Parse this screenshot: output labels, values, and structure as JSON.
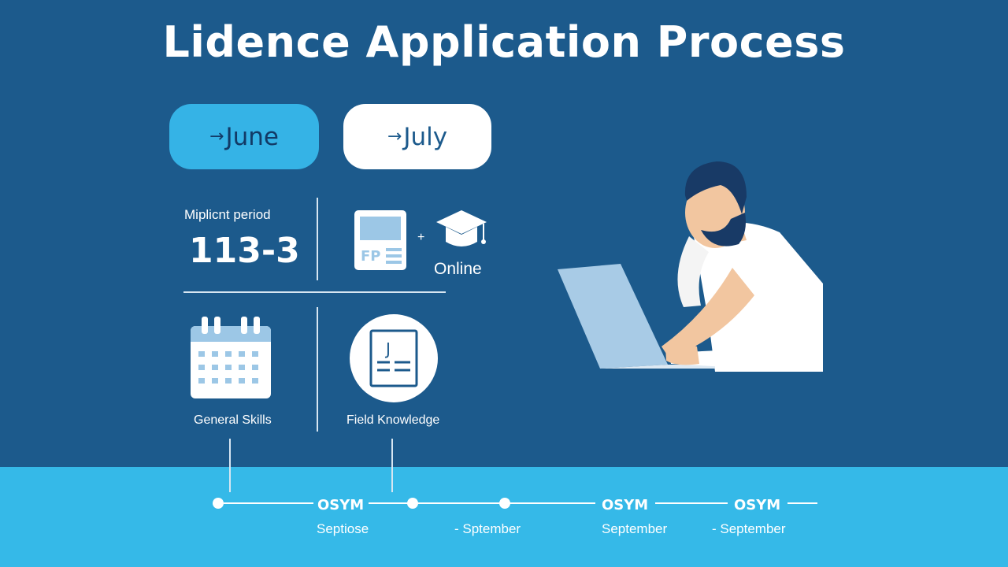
{
  "title": "Lidence Application Process",
  "pills": {
    "june": {
      "arrow": "→",
      "label": "June"
    },
    "july": {
      "arrow": "→",
      "label": "July"
    }
  },
  "grid": {
    "period_label": "Miplicnt period",
    "period_value": "113-3",
    "plus": "+",
    "online_label": "Online",
    "form_icon_text": "FP",
    "general_skills": "General Skills",
    "doc_icon_text": "J",
    "field_knowledge": "Field Knowledge"
  },
  "timeline": {
    "labels": [
      "OSYM",
      "OSYM",
      "OSYM"
    ],
    "subs": [
      "Septiose",
      "- Sptember",
      "September",
      "- September"
    ]
  },
  "colors": {
    "background": "#1c5a8c",
    "accent": "#35b3e6",
    "band": "#35b9e8"
  }
}
